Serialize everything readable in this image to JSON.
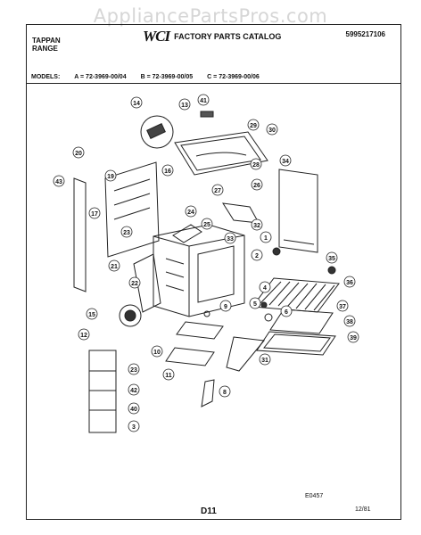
{
  "watermark": "AppliancePartsPros.com",
  "header": {
    "brand_line1": "TAPPAN",
    "brand_line2": "RANGE",
    "logo": "WCI",
    "catalog_title": "FACTORY PARTS CATALOG",
    "part_number": "5995217106"
  },
  "models": {
    "label": "MODELS:",
    "a": "A = 72-3969-00/04",
    "b": "B = 72-3969-00/05",
    "c": "C = 72-3969-00/06"
  },
  "callouts": [
    "41",
    "14",
    "13",
    "29",
    "30",
    "20",
    "19",
    "16",
    "28",
    "34",
    "27",
    "26",
    "43",
    "17",
    "24",
    "25",
    "23",
    "32",
    "33",
    "1",
    "2",
    "21",
    "22",
    "35",
    "36",
    "4",
    "15",
    "9",
    "5",
    "6",
    "37",
    "38",
    "12",
    "10",
    "39",
    "31",
    "11",
    "42",
    "40",
    "8",
    "3",
    "23"
  ],
  "footer": {
    "figure_code": "E0457",
    "page": "D11",
    "date": "12/81"
  }
}
